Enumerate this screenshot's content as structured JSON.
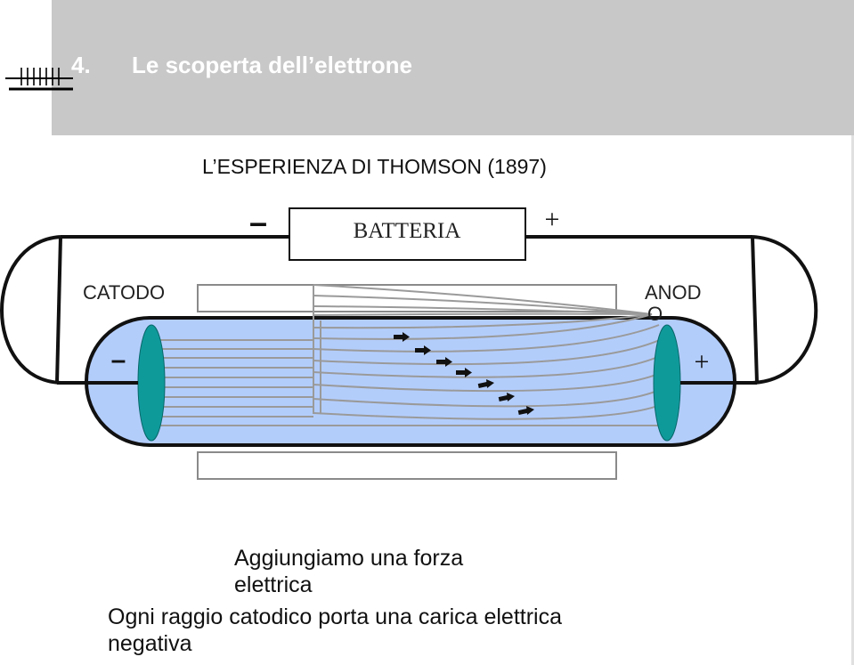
{
  "header": {
    "number": "4.",
    "title": "Le scoperta dell’elettrone",
    "logo": "ruler-logo-icon"
  },
  "subtitle": "L’ESPERIENZA DI THOMSON (1897)",
  "diagram": {
    "battery_label": "BATTERIA",
    "battery_negative": "–",
    "battery_positive": "+",
    "cathode_label": "CATODO",
    "anode_label": "ANOD",
    "anode_label_tail": "O",
    "cathode_sign": "–",
    "anode_sign": "+",
    "colors": {
      "tube_fill": "#b3cdfb",
      "electrode": "#0f9a9a",
      "outline": "#111111",
      "plate_outline": "#8a8a8a",
      "ray": "#9a9a9a"
    },
    "icons": [
      "battery-icon",
      "cathode-icon",
      "anode-icon",
      "deflection-plate-icon",
      "arrow-icon"
    ]
  },
  "captions": {
    "line1": "Aggiungiamo una forza elettrica",
    "line2": "Ogni raggio catodico porta una carica elettrica negativa"
  }
}
